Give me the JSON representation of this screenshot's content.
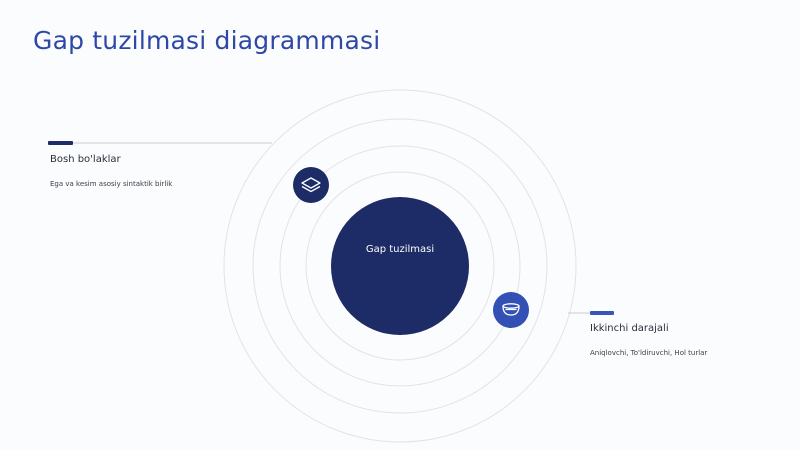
{
  "title": "Gap tuzilmasi diagrammasi",
  "center": {
    "label": "Gap tuzilmasi"
  },
  "items": [
    {
      "heading": "Bosh bo'laklar",
      "description": "Ega va kesim asosiy sintaktik birlik",
      "icon": "layers-icon"
    },
    {
      "heading": "Ikkinchi darajali",
      "description": "Aniqlovchi, To'ldiruvchi, Hol turlar",
      "icon": "bowl-icon"
    }
  ],
  "colors": {
    "title": "#2f48a6",
    "center_fill": "#1d2b66",
    "icon_dark": "#1d2b66",
    "icon_blue": "#3350b4",
    "ring": "#dcdfe6",
    "accent_dark": "#1d2b66",
    "accent_blue": "#3a55b8"
  }
}
